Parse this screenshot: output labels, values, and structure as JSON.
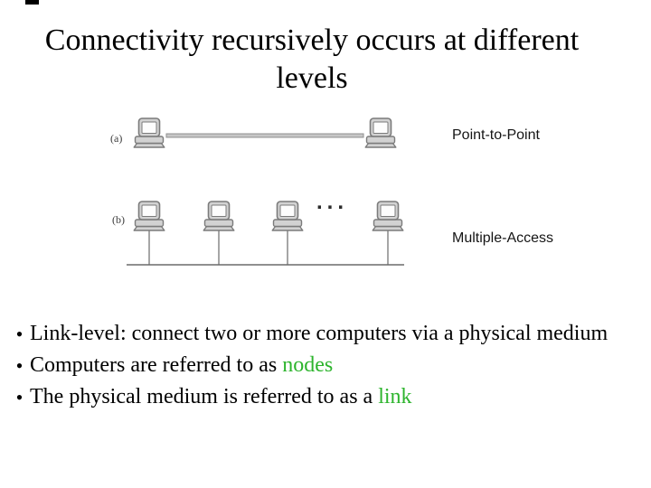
{
  "slide": {
    "title_line1": "Connectivity recursively occurs at different",
    "title_line2": "levels"
  },
  "diagram": {
    "label_a": "(a)",
    "label_b": "(b)",
    "point_to_point_label": "Point-to-Point",
    "multiple_access_label": "Multiple-Access",
    "ellipsis": "...",
    "colors": {
      "computer_fill": "#d2d2d2",
      "computer_stroke": "#7b7b7b",
      "cable_fill": "#c6c6c6",
      "cable_stroke": "#909090",
      "bus_line": "#6a6a6a"
    }
  },
  "bullets": {
    "marker": "•",
    "item1_text": "Link-level: connect two or more computers via a physical medium",
    "item2_prefix": "Computers are referred to as ",
    "item2_highlight": "nodes",
    "item3_prefix": "The physical medium is referred to as a ",
    "item3_highlight": "link",
    "highlight_color": "#2db42d"
  }
}
